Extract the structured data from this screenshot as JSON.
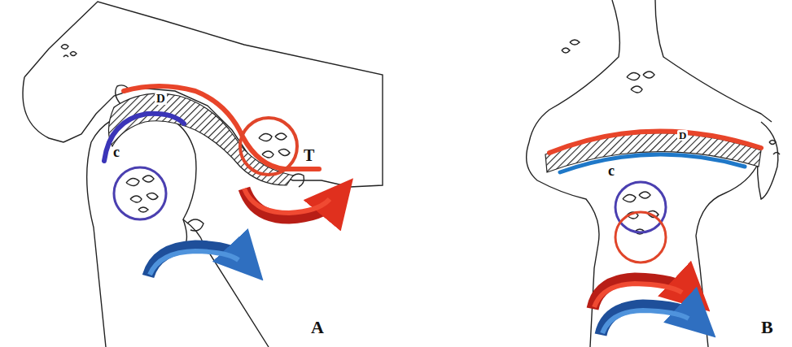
{
  "diagram": {
    "labels": [
      "D",
      "c",
      "T",
      "A",
      "c",
      "D",
      "B"
    ]
  }
}
